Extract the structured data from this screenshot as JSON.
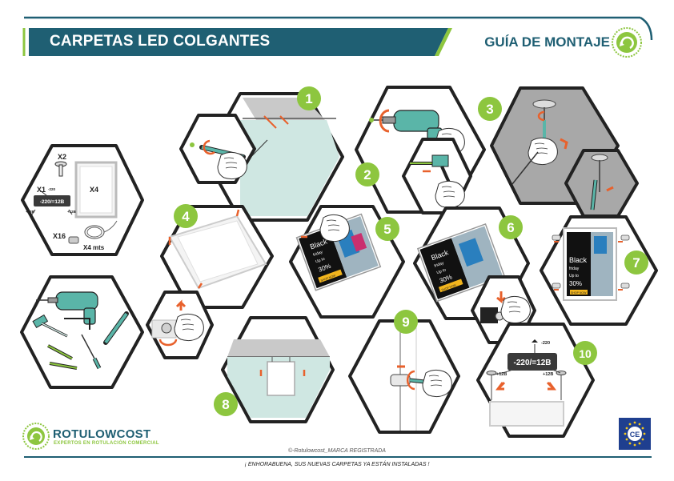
{
  "header": {
    "title": "CARPETAS LED COLGANTES",
    "guide": "GUÍA DE MONTAJE"
  },
  "colors": {
    "teal": "#1f5f73",
    "green": "#8dc63f",
    "orange": "#e8612c",
    "panel_teal": "#cfe7e2",
    "gray": "#9a9a9a"
  },
  "steps": [
    "1",
    "2",
    "3",
    "4",
    "5",
    "6",
    "7",
    "8",
    "9",
    "10"
  ],
  "kit": {
    "x2": "X2",
    "x1": "X1",
    "x4": "X4",
    "x16": "X16",
    "x4mts": "X4 mts",
    "transformer": "-220/=12B",
    "minus220": "-220",
    "plus12a": "+12B",
    "plus12b": "+12B"
  },
  "step10": {
    "transformer": "-220/=12B",
    "minus220": "-220",
    "plus12a": "+12B",
    "plus12b": "+12B"
  },
  "poster": {
    "line1": "Black",
    "line2": "friday",
    "line3": "Up to",
    "line4": "30%",
    "line5": "SHOP NOW"
  },
  "brand": {
    "name": "ROTULOWCOST",
    "tagline": "EXPERTOS EN ROTULACIÓN COMERCIAL"
  },
  "ce_mark": "CE",
  "copyright": "©-Rotulowcost_MARCA REGISTRADA",
  "footer_message": "¡ ENHORABUENA, SUS NUEVAS CARPETAS YA ESTÁN INSTALADAS !"
}
